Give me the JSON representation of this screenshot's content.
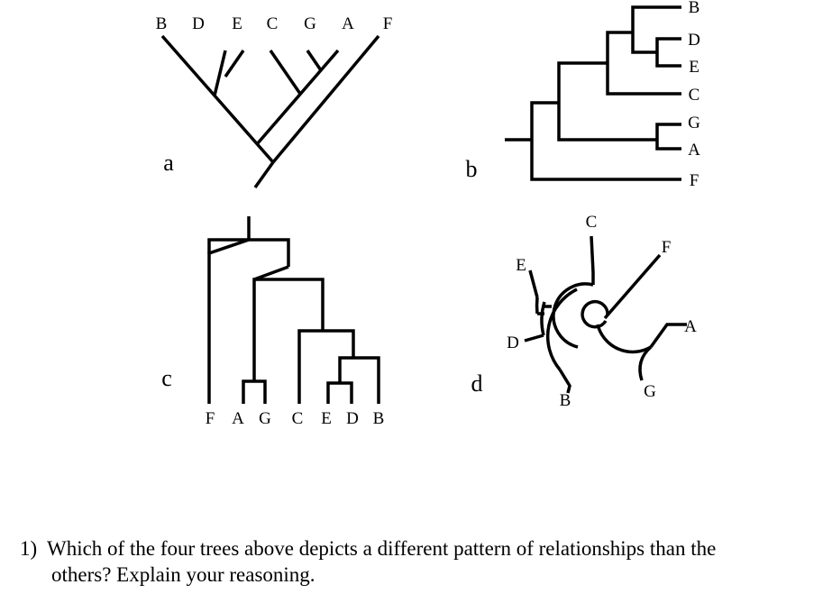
{
  "trees": {
    "a": {
      "panel_label": "a",
      "leaves": [
        "B",
        "D",
        "E",
        "C",
        "G",
        "A",
        "F"
      ]
    },
    "b": {
      "panel_label": "b",
      "leaves": [
        "B",
        "D",
        "E",
        "C",
        "G",
        "A",
        "F"
      ]
    },
    "c": {
      "panel_label": "c",
      "leaves": [
        "F",
        "A",
        "G",
        "C",
        "E",
        "D",
        "B"
      ]
    },
    "d": {
      "panel_label": "d",
      "leaves": [
        "C",
        "F",
        "A",
        "G",
        "B",
        "D",
        "E"
      ]
    }
  },
  "question": {
    "number": "1)",
    "line1": "Which of the four trees above depicts a different pattern of relationships than the",
    "line2": "others?  Explain your reasoning."
  }
}
